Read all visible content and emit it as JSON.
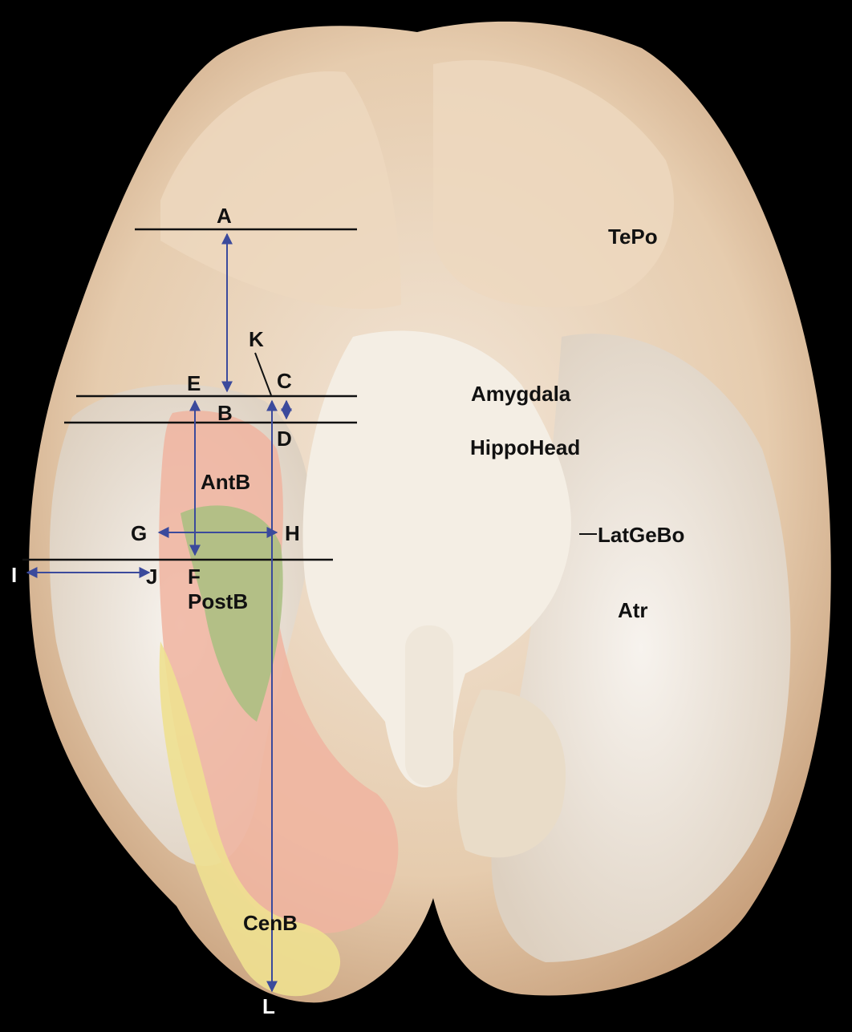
{
  "figure": {
    "background_color": "#000000",
    "tissue_color": "#e8d2b8",
    "highlight_colors": {
      "anterior_bundle": "#f0b4a0",
      "posterior_bundle": "#a8c080",
      "central_bundle": "#eee090"
    },
    "line_color": "#3b4a9c"
  },
  "labels": {
    "A": "A",
    "B": "B",
    "C": "C",
    "D": "D",
    "E": "E",
    "F": "F",
    "G": "G",
    "H": "H",
    "I": "I",
    "J": "J",
    "K": "K",
    "L": "L",
    "TePo": "TePo",
    "Amygdala": "Amygdala",
    "HippoHead": "HippoHead",
    "LatGeBo": "LatGeBo",
    "Atr": "Atr",
    "AntB": "AntB",
    "PostB": "PostB",
    "CenB": "CenB"
  }
}
